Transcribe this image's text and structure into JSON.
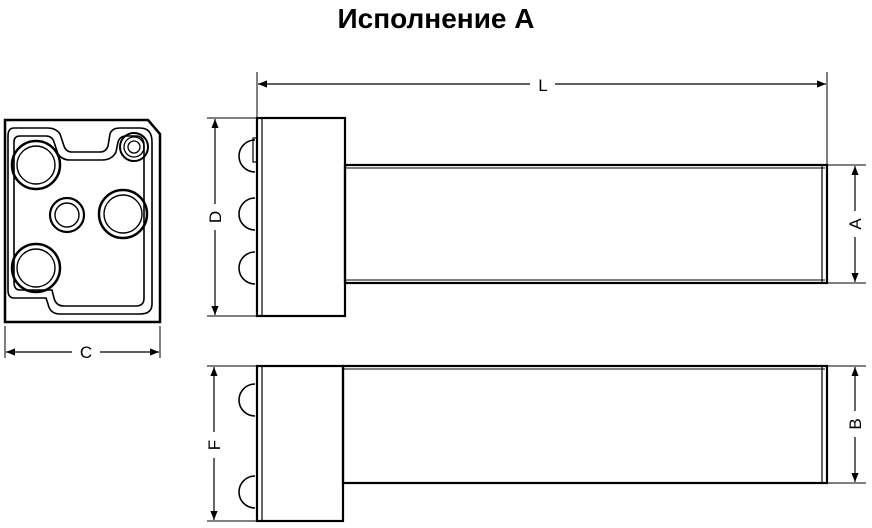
{
  "title": "Исполнение А",
  "labels": {
    "L": "L",
    "A": "A",
    "B": "B",
    "C": "C",
    "D": "D",
    "F": "F"
  },
  "colors": {
    "line": "#000000",
    "background": "#ffffff"
  }
}
